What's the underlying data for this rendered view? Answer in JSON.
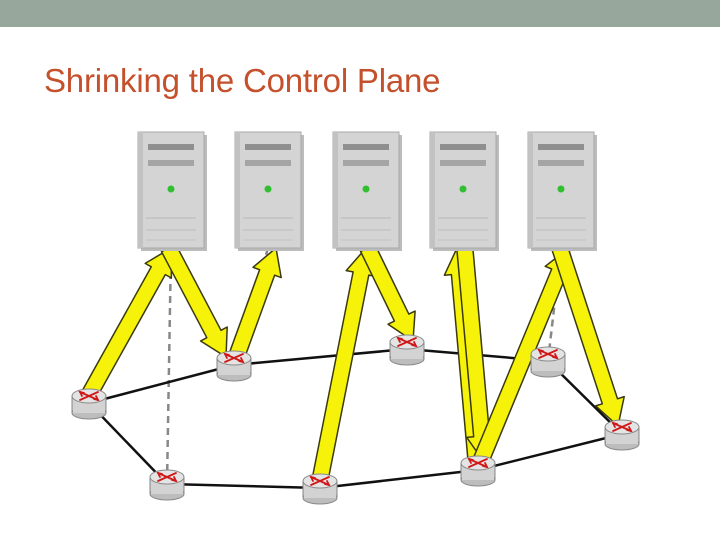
{
  "slide": {
    "title": "Shrinking the Control Plane"
  },
  "colors": {
    "top_bar": "#97a79c",
    "title": "#c4502c",
    "arrow_fill": "#f6f20a",
    "arrow_stroke": "#3a3a10",
    "link": "#111111",
    "control_link": "#888888",
    "server_body": "#d4d4d4",
    "server_led": "#2fbf2f",
    "router_body": "#e4e4e4",
    "router_mark": "#d01818"
  },
  "diagram": {
    "servers": [
      {
        "id": "server-1",
        "icon": "server-icon"
      },
      {
        "id": "server-2",
        "icon": "server-icon"
      },
      {
        "id": "server-3",
        "icon": "server-icon"
      },
      {
        "id": "server-4",
        "icon": "server-icon"
      },
      {
        "id": "server-5",
        "icon": "server-icon"
      }
    ],
    "routers": [
      {
        "id": "router-a",
        "icon": "router-icon"
      },
      {
        "id": "router-b",
        "icon": "router-icon"
      },
      {
        "id": "router-c",
        "icon": "router-icon"
      },
      {
        "id": "router-d",
        "icon": "router-icon"
      },
      {
        "id": "router-e",
        "icon": "router-icon"
      },
      {
        "id": "router-f",
        "icon": "router-icon"
      },
      {
        "id": "router-g",
        "icon": "router-icon"
      },
      {
        "id": "router-h",
        "icon": "router-icon"
      }
    ],
    "network_links": [
      [
        "router-a",
        "router-b"
      ],
      [
        "router-b",
        "router-c"
      ],
      [
        "router-c",
        "router-d"
      ],
      [
        "router-d",
        "router-e"
      ],
      [
        "router-e",
        "router-f"
      ],
      [
        "router-f",
        "router-g"
      ],
      [
        "router-g",
        "router-h"
      ],
      [
        "router-h",
        "router-a"
      ]
    ],
    "control_links": [
      [
        "server-1",
        "router-h"
      ],
      [
        "server-2",
        "router-b"
      ],
      [
        "server-3",
        "router-c"
      ],
      [
        "server-4",
        "router-f"
      ],
      [
        "server-5",
        "router-d"
      ]
    ],
    "arrows": [
      {
        "from": "router-a",
        "to": "server-1"
      },
      {
        "from": "server-1",
        "to": "router-b"
      },
      {
        "from": "router-b",
        "to": "server-2"
      },
      {
        "from": "router-g",
        "to": "server-3"
      },
      {
        "from": "server-3",
        "to": "router-c"
      },
      {
        "from": "router-f",
        "to": "server-4"
      },
      {
        "from": "server-4",
        "to": "router-f"
      },
      {
        "from": "router-f",
        "to": "server-5"
      },
      {
        "from": "server-5",
        "to": "router-e"
      }
    ]
  }
}
